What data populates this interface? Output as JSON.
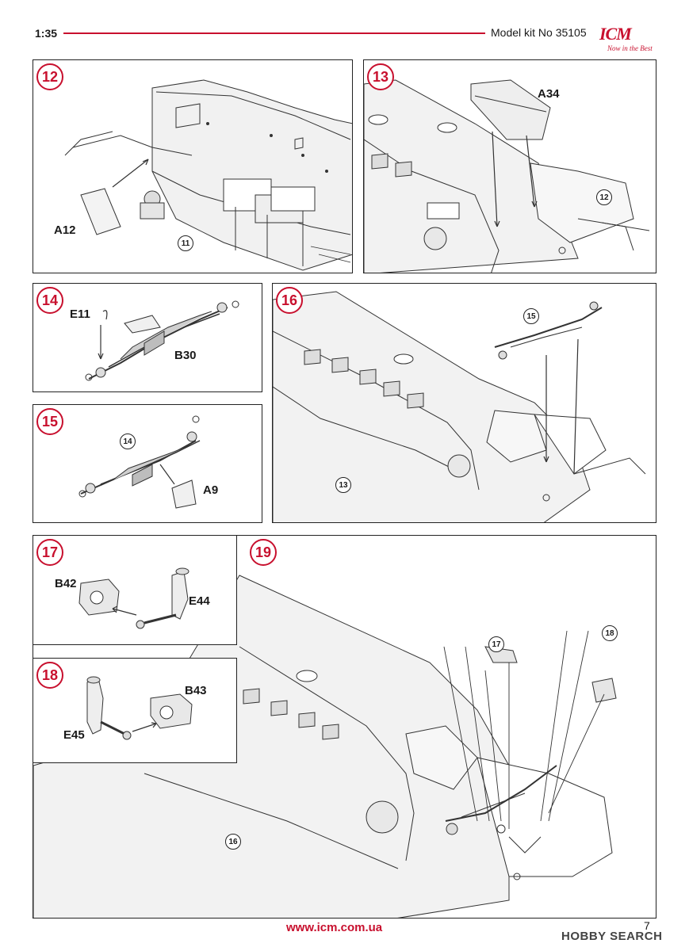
{
  "header": {
    "scale": "1:35",
    "kit_label": "Model kit No 35105",
    "logo_text": "ICM",
    "logo_tagline": "Now in the Best"
  },
  "steps": {
    "s12": {
      "number": "12",
      "parts": [
        "A12"
      ],
      "refs": [
        "11"
      ]
    },
    "s13": {
      "number": "13",
      "parts": [
        "A34"
      ],
      "refs": [
        "12"
      ]
    },
    "s14": {
      "number": "14",
      "parts": [
        "E11",
        "B30"
      ]
    },
    "s15": {
      "number": "15",
      "parts": [
        "A9"
      ],
      "refs": [
        "14"
      ]
    },
    "s16": {
      "number": "16",
      "refs": [
        "15",
        "13"
      ]
    },
    "s17": {
      "number": "17",
      "parts": [
        "B42",
        "E44"
      ]
    },
    "s18": {
      "number": "18",
      "parts": [
        "B43",
        "E45"
      ]
    },
    "s19": {
      "number": "19",
      "refs": [
        "17",
        "18",
        "16"
      ]
    }
  },
  "footer": {
    "url": "www.icm.com.ua",
    "page_number": "7",
    "watermark": "HOBBY SEARCH"
  }
}
